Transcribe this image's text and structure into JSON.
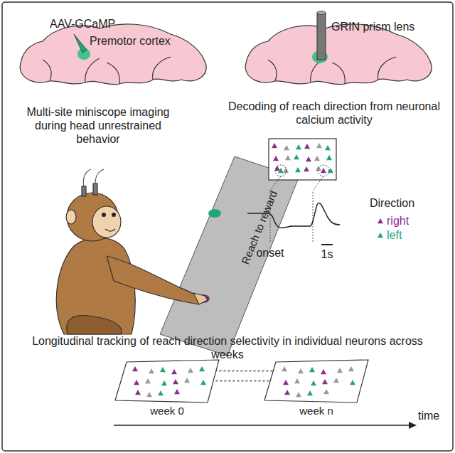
{
  "diagram": {
    "nodes": [
      {
        "text": [
          "week 0"
        ]
      },
      {
        "text": [
          "week n"
        ]
      }
    ],
    "labels": [
      "AAV-GCaMP",
      "Premotor cortex",
      "GRIN prism lens",
      "Multi-site miniscope imaging during head unrestrained behavior",
      "Reach to reward",
      "Decoding of reach direction from neuronal calcium activity",
      "Direction",
      "onset",
      "1s",
      "Longitudinal tracking of reach direction selectivity in individual neurons across weeks",
      "time"
    ],
    "legend": [
      {
        "text": "right",
        "color": "#8b2d8f"
      },
      {
        "text": "left",
        "color": "#20a57b"
      }
    ]
  }
}
